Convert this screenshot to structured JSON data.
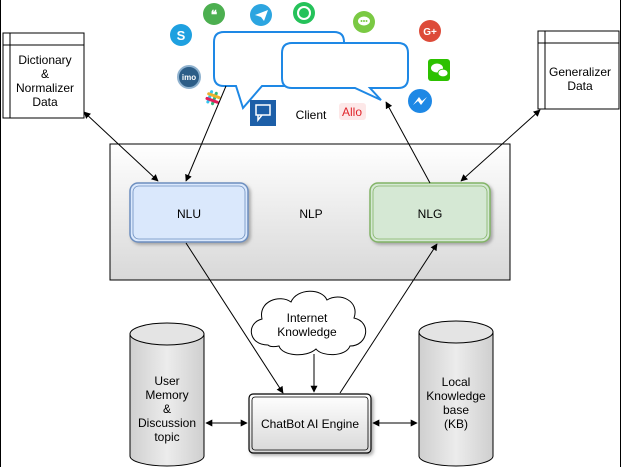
{
  "nodes": {
    "dictionary": [
      "Dictionary",
      "&",
      "Normalizer",
      "Data"
    ],
    "generalizer": [
      "Generalizer",
      "Data"
    ],
    "client": "Client",
    "allo": "Allo",
    "nlp": "NLP",
    "nlu": "NLU",
    "nlg": "NLG",
    "internet": [
      "Internet",
      "Knowledge"
    ],
    "user_memory": [
      "User",
      "Memory",
      "&",
      "Discussion",
      "topic"
    ],
    "engine": "ChatBot AI Engine",
    "local_kb": [
      "Local",
      "Knowledge",
      "base",
      "(KB)"
    ]
  },
  "icons": [
    {
      "name": "skype-icon",
      "color": "#1ea0e0",
      "glyph": "S"
    },
    {
      "name": "hangouts-icon",
      "color": "#4caf50",
      "glyph": "❝"
    },
    {
      "name": "telegram-icon",
      "color": "#2ca5e0",
      "glyph": "➤"
    },
    {
      "name": "whatsapp-icon",
      "color": "#25c25a",
      "glyph": "✆"
    },
    {
      "name": "chat-bubble-green-icon",
      "color": "#7ac943",
      "glyph": "…"
    },
    {
      "name": "google-plus-icon",
      "color": "#dd4b39",
      "glyph": "G+"
    },
    {
      "name": "wechat-icon",
      "color": "#2dc100",
      "glyph": "●●"
    },
    {
      "name": "imo-icon",
      "color": "#2c5d87",
      "glyph": "imo"
    },
    {
      "name": "slack-icon",
      "color": "#e01e5a",
      "glyph": "#"
    },
    {
      "name": "sms-icon",
      "color": "#1d5fa8",
      "glyph": "▤"
    },
    {
      "name": "messenger-icon",
      "color": "#1e88e5",
      "glyph": "ϟ"
    }
  ],
  "colors": {
    "nlu_fill": "#dae8fc",
    "nlu_stroke": "#6c8ebf",
    "nlg_fill": "#d5e8d4",
    "nlg_stroke": "#82b366",
    "bubble_stroke": "#1e88e5",
    "allo_red": "#e0242a"
  }
}
